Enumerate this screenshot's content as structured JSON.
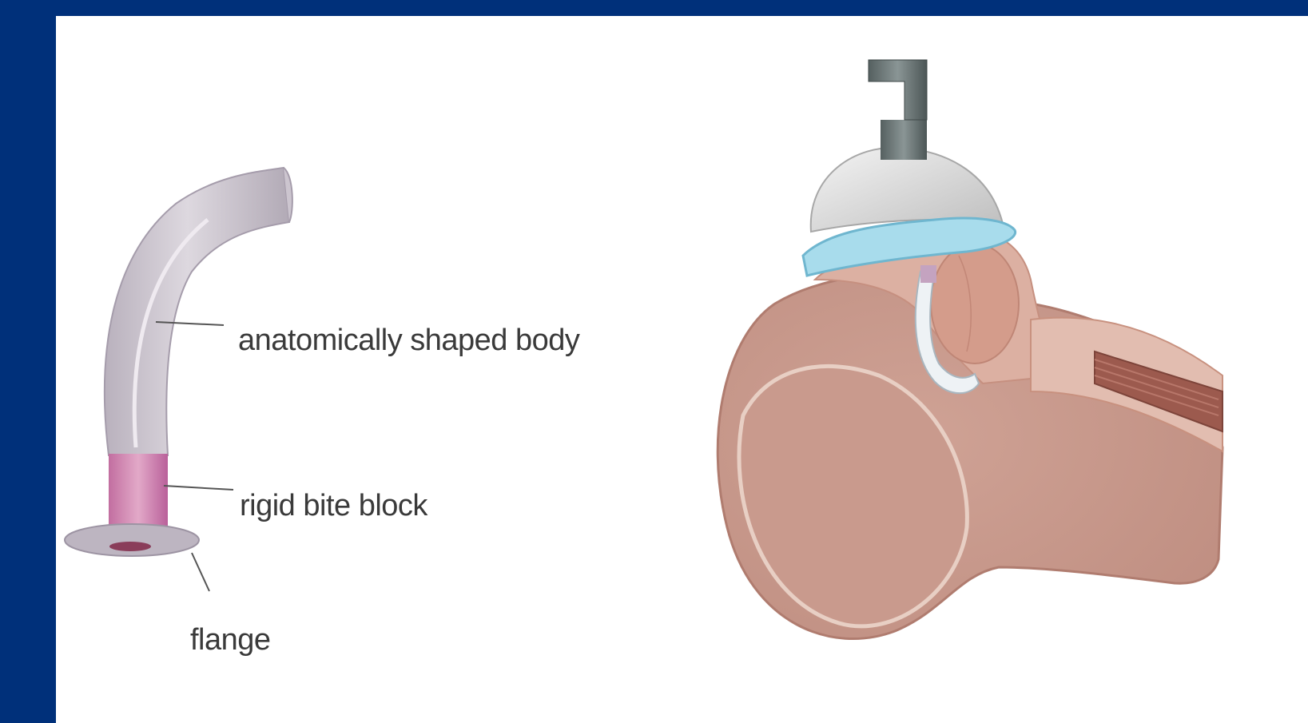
{
  "figure": {
    "labels": {
      "body": "anatomically shaped body",
      "bite_block": "rigid bite block",
      "flange": "flange"
    }
  },
  "colors": {
    "frame": "#00307a",
    "panel": "#ffffff",
    "airway_body": "#c9c2cc",
    "bite_block": "#c77aa6",
    "tissue": "#d9a393",
    "cuff": "#9fd4e6"
  },
  "icons": {
    "left": "oropharyngeal-airway-icon",
    "right": "airway-in-throat-cross-section-icon"
  }
}
